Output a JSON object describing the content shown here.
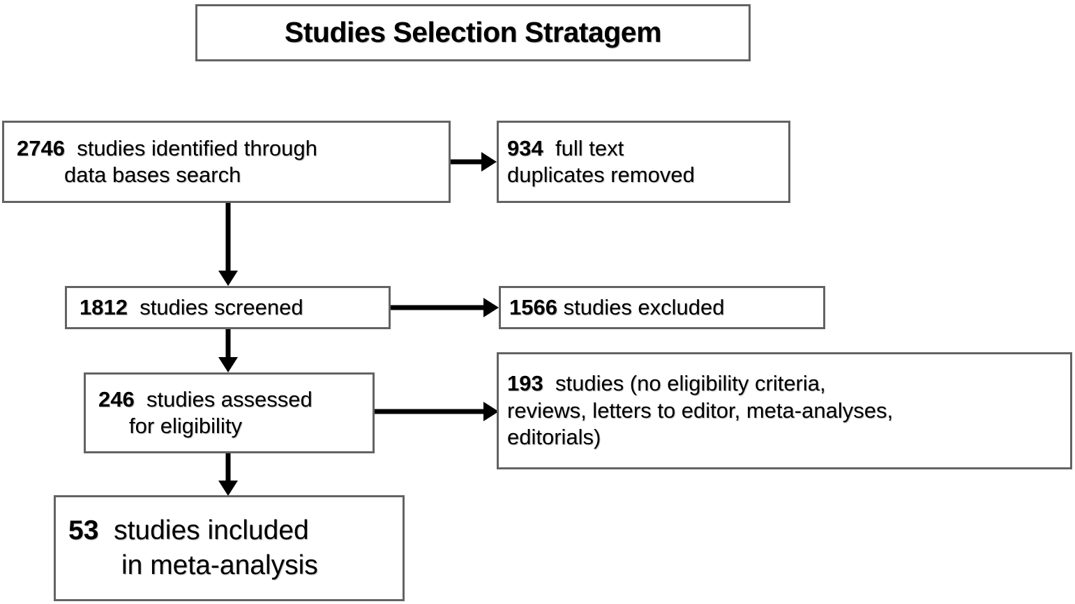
{
  "figure": {
    "title": "Studies Selection Stratagem",
    "type": "flowchart",
    "subject": "PRISMA study selection flow diagram",
    "border_color": "#636363",
    "text_color": "#000000",
    "background_color": "#ffffff"
  },
  "nodes": [
    {
      "id": "identified",
      "count": "2746",
      "lines": [
        "studies identified through",
        "data bases search"
      ]
    },
    {
      "id": "duplicates-removed",
      "count": "934",
      "lines": [
        "full text",
        "duplicates removed"
      ]
    },
    {
      "id": "screened",
      "count": "1812",
      "lines": [
        "studies screened"
      ]
    },
    {
      "id": "excluded",
      "count": "1566",
      "lines": [
        "studies excluded"
      ]
    },
    {
      "id": "assessed",
      "count": "246",
      "lines": [
        "studies assessed",
        "for eligibility"
      ]
    },
    {
      "id": "excluded-reasons",
      "count": "193",
      "lines": [
        "studies (no eligibility criteria,",
        "reviews, letters to editor, meta-analyses,",
        "editorials)"
      ]
    },
    {
      "id": "included",
      "count": "53",
      "lines": [
        "studies included",
        "in meta-analysis"
      ]
    }
  ],
  "edges": [
    {
      "id": "identified-to-duplicates",
      "direction": "right"
    },
    {
      "id": "identified-to-screened",
      "direction": "down"
    },
    {
      "id": "screened-to-excluded",
      "direction": "right"
    },
    {
      "id": "screened-to-assessed",
      "direction": "down"
    },
    {
      "id": "assessed-to-excluded-reasons",
      "direction": "right"
    },
    {
      "id": "assessed-to-included",
      "direction": "down"
    }
  ]
}
